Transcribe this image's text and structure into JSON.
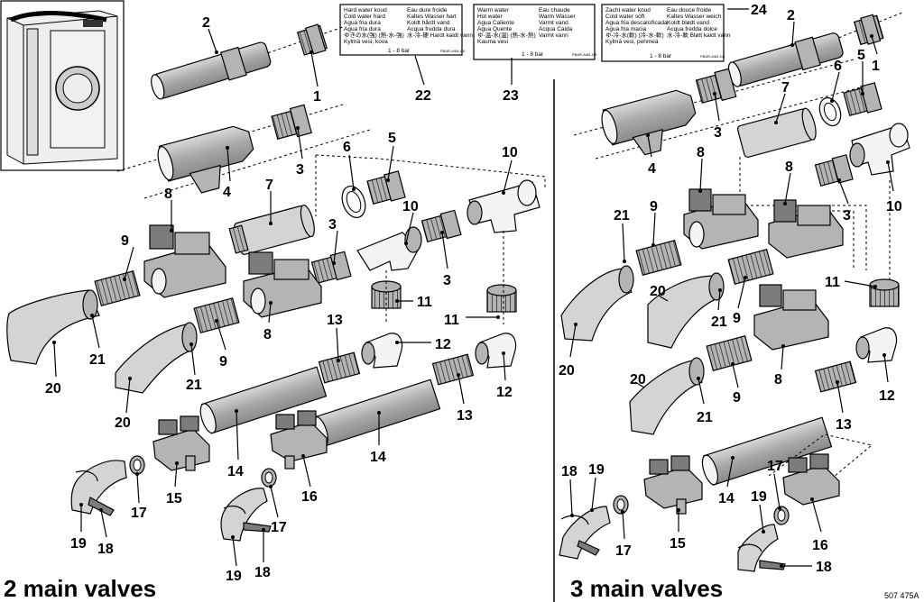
{
  "sections": {
    "left_title": "2 main valves",
    "right_title": "3 main valves"
  },
  "figure_code": "507 475A",
  "labels": {
    "hard_water": {
      "callout": "22",
      "left_lines": [
        "Hard water koud",
        "Cold water hard",
        "Agua fria dura",
        "Agua fria dura",
        "ゆきの水(強)  (熱-水-強)",
        "Kylmä vesi, kova"
      ],
      "right_lines": [
        "Eau dure froide",
        "Kaltes Wasser hart",
        "Koldt hårdt vand",
        "Acqua fredda dura",
        "水-冷-硬 Hardt kaldt vann"
      ],
      "pressure": "1 - 8 bar",
      "code": "PBAR-A/84-G6"
    },
    "hot_water": {
      "callout": "23",
      "left_lines": [
        "Warm water",
        "Hot water",
        "Agua Caliente",
        "Agua Quente",
        "ゆ-温-水(温)  (熱-水-熱)",
        "Kauma vesi"
      ],
      "right_lines": [
        "Eau chaude",
        "Warm Wasser",
        "Varmt vand",
        "Acqua Calda",
        "Varmt vann"
      ],
      "pressure": "1 - 8 bar",
      "code": "PBAR-A/84-G6"
    },
    "soft_water": {
      "callout": "24",
      "left_lines": [
        "Zacht water koud",
        "Cold water soft",
        "Agua fria descalcificada",
        "Agua fria macia",
        "ゆ-冷-水(軟)  (冷-水-軟)",
        "Kylmä vesi, pehmeä"
      ],
      "right_lines": [
        "Eau douce froide",
        "Kaltes Wasser weich",
        "Koldt blødt vand",
        "Acqua fredda dolce",
        "水-冷-軟 Bløtt kaldt vann"
      ],
      "pressure": "1 - 8 bar",
      "code": "PBAR-A/84-G6"
    }
  },
  "left_callouts": [
    "1",
    "2",
    "3",
    "4",
    "5",
    "6",
    "7",
    "8",
    "9",
    "10",
    "11",
    "12",
    "13",
    "14",
    "15",
    "16",
    "17",
    "18",
    "19",
    "20",
    "21"
  ],
  "right_callouts": [
    "1",
    "2",
    "3",
    "4",
    "5",
    "6",
    "7",
    "8",
    "9",
    "10",
    "11",
    "12",
    "13",
    "14",
    "15",
    "16",
    "17",
    "18",
    "19",
    "20",
    "21"
  ],
  "colors": {
    "part_fill": "#b4b4b4",
    "part_light": "#d4d4d4",
    "outline": "#000000",
    "background": "#ffffff"
  },
  "icons": [
    "washing-machine-thumbnail"
  ]
}
